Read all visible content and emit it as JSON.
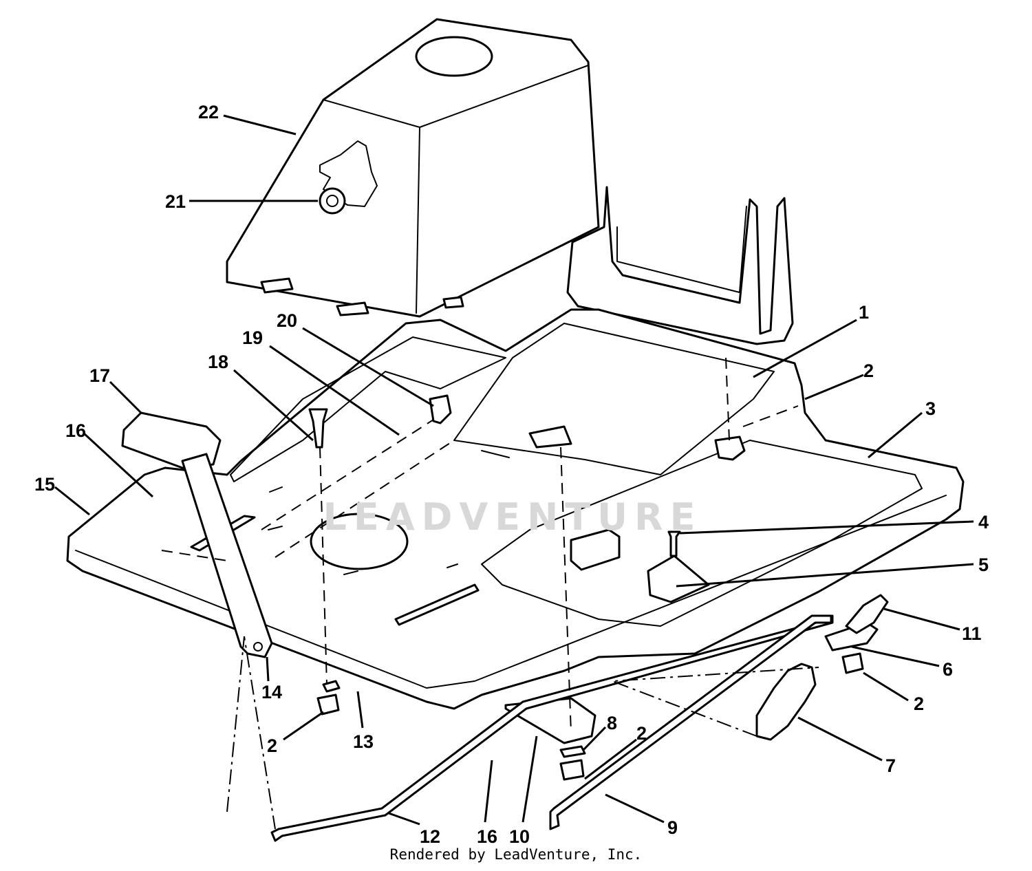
{
  "callouts": [
    {
      "label": "1"
    },
    {
      "label": "2"
    },
    {
      "label": "3"
    },
    {
      "label": "4"
    },
    {
      "label": "5"
    },
    {
      "label": "11"
    },
    {
      "label": "6"
    },
    {
      "label": "2"
    },
    {
      "label": "7"
    },
    {
      "label": "9"
    },
    {
      "label": "2"
    },
    {
      "label": "8"
    },
    {
      "label": "10"
    },
    {
      "label": "16"
    },
    {
      "label": "12"
    },
    {
      "label": "13"
    },
    {
      "label": "2"
    },
    {
      "label": "14"
    },
    {
      "label": "15"
    },
    {
      "label": "16"
    },
    {
      "label": "17"
    },
    {
      "label": "18"
    },
    {
      "label": "19"
    },
    {
      "label": "20"
    },
    {
      "label": "21"
    },
    {
      "label": "22"
    }
  ],
  "watermark": "LEADVENTURE",
  "credit": "Rendered by LeadVenture, Inc."
}
